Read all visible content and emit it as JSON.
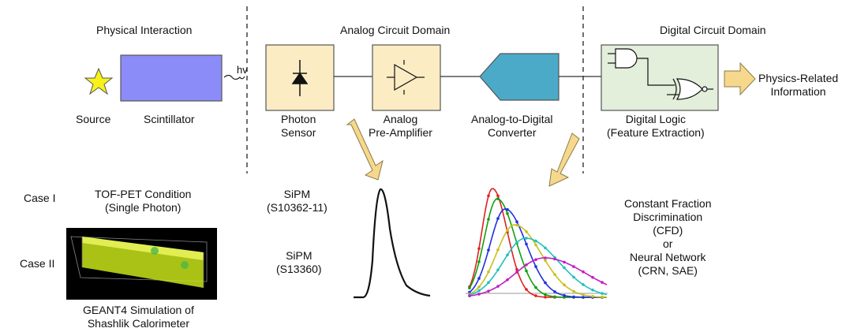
{
  "sections": {
    "physical": "Physical Interaction",
    "analog": "Analog Circuit Domain",
    "digital": "Digital Circuit Domain"
  },
  "physical": {
    "source": "Source",
    "scintillator": "Scintillator",
    "photon_symbol": "hv"
  },
  "blocks": {
    "photon_sensor": [
      "Photon",
      "Sensor"
    ],
    "pre_amp": [
      "Analog",
      "Pre-Amplifier"
    ],
    "adc": [
      "Analog-to-Digital",
      "Converter"
    ],
    "logic": [
      "Digital Logic",
      "(Feature Extraction)"
    ]
  },
  "output": [
    "Physics-Related",
    "Information"
  ],
  "cases": {
    "case1": "Case I",
    "case2": "Case II",
    "tof_pet": [
      "TOF-PET Condition",
      "(Single Photon)"
    ],
    "geant4": [
      "GEANT4 Simulation of",
      "Shashlik Calorimeter"
    ],
    "sipm1": [
      "SiPM",
      "(S10362-11)"
    ],
    "sipm2": [
      "SiPM",
      "(S13360)"
    ]
  },
  "methods": [
    "Constant Fraction",
    "Discrimination",
    "(CFD)",
    "or",
    "Neural Network",
    "(CRN, SAE)"
  ],
  "colors": {
    "star": "#f6f21a",
    "scintillator": "#8c8cf8",
    "analog_block": "#fbecc3",
    "adc": "#4baac8",
    "logic_block": "#e3eedb",
    "arrow": "#f6d88c",
    "sim_bg": "#000000",
    "sim_detector": "#d7f01e"
  },
  "pulse_colors": [
    "#e02020",
    "#10a010",
    "#2030e0",
    "#c8c020",
    "#20c0c0",
    "#c020c0"
  ]
}
